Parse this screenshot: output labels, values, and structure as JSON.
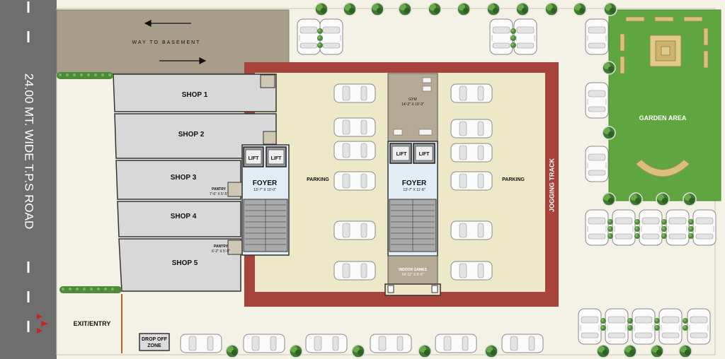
{
  "road": {
    "label": "24.00 MT. WIDE T.P.S ROAD"
  },
  "basement_ramp": {
    "label": "WAY TO BASEMENT"
  },
  "shops": [
    {
      "label": "SHOP 1"
    },
    {
      "label": "SHOP 2"
    },
    {
      "label": "SHOP 3"
    },
    {
      "label": "SHOP 4"
    },
    {
      "label": "SHOP 5"
    }
  ],
  "pantry_a": {
    "title": "PANTRY",
    "size": "7'-6\" X 5'-5\""
  },
  "pantry_b": {
    "title": "PANTRY",
    "size": "6'-2\" X 5'-5\""
  },
  "core_left": {
    "lift_1": "LIFT",
    "lift_2": "LIFT",
    "foyer_title": "FOYER",
    "foyer_size": "13'-7\" X 10'-0\""
  },
  "core_right": {
    "lift_1": "LIFT",
    "lift_2": "LIFT",
    "foyer_title": "FOYER",
    "foyer_size": "13'-7\" X 11'-8\""
  },
  "gym": {
    "title": "GYM",
    "size": "14'-2\" X 19'-3\""
  },
  "indoor_games": {
    "title": "INDOOR GAMES",
    "size": "14'-11\" X 5'-6\""
  },
  "parking_left": {
    "label": "PARKING"
  },
  "parking_right": {
    "label": "PARKING"
  },
  "jogging_track": {
    "label": "JOGGING TRACK"
  },
  "garden": {
    "label": "GARDEN AREA"
  },
  "exit_entry": {
    "label": "EXIT/ENTRY"
  },
  "drop_off": {
    "line1": "DROP OFF",
    "line2": "ZONE"
  },
  "colors": {
    "road": "#6e6e6e",
    "ramp": "#a89d8a",
    "jogging_track": "#a8433b",
    "parking_floor": "#ede8c8",
    "site_ground": "#f4f2e6",
    "shops": "#d8d8d8",
    "garden": "#5fa640",
    "lift": "#9a9a9a",
    "foyer": "#e2edf6",
    "gym": "#b5aa95"
  }
}
